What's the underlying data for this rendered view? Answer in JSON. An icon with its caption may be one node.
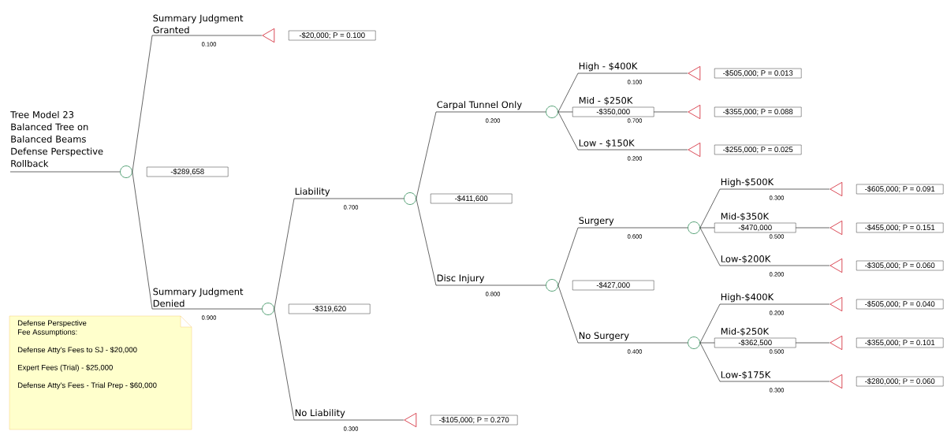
{
  "diagram": {
    "nodes": [
      {
        "text": [
          "Tree Model 23 Balanced Tree on Balanced Beams Defense Perspective Rollback"
        ]
      },
      {
        "text": [],
        "shape": "circle"
      },
      {
        "text": [],
        "shape": "triangle",
        "beside": [
          "-$20,000; P = 0.100"
        ]
      },
      {
        "text": [],
        "shape": "circle"
      },
      {
        "text": [],
        "shape": "circle"
      },
      {
        "text": [],
        "shape": "triangle",
        "beside": [
          "-$105,000; P = 0.270"
        ]
      },
      {
        "text": [],
        "shape": "circle"
      },
      {
        "text": [],
        "shape": "circle"
      },
      {
        "text": [],
        "shape": "triangle",
        "beside": [
          "-$505,000; P = 0.013"
        ]
      },
      {
        "text": [],
        "shape": "triangle",
        "beside": [
          "-$355,000; P = 0.088"
        ]
      },
      {
        "text": [],
        "shape": "triangle",
        "beside": [
          "-$255,000; P = 0.025"
        ]
      },
      {
        "text": [],
        "shape": "circle"
      },
      {
        "text": [],
        "shape": "circle"
      },
      {
        "text": [],
        "shape": "triangle",
        "beside": [
          "-$605,000; P = 0.091"
        ]
      },
      {
        "text": [],
        "shape": "triangle",
        "beside": [
          "-$455,000; P = 0.151"
        ]
      },
      {
        "text": [],
        "shape": "triangle",
        "beside": [
          "-$305,000; P = 0.060"
        ]
      },
      {
        "text": [],
        "shape": "triangle",
        "beside": [
          "-$505,000; P = 0.040"
        ]
      },
      {
        "text": [],
        "shape": "triangle",
        "beside": [
          "-$355,000; P = 0.101"
        ]
      },
      {
        "text": [],
        "shape": "triangle",
        "beside": [
          "-$280,000; P = 0.060"
        ]
      },
      {
        "text": [
          "Defense Perspective",
          "Fee Assumptions:",
          "Defense Atty's Fees to SJ - $20,000",
          "Expert Fees (Trial) - $25,000",
          "Defense Atty's Fees - Trial Prep - $60,000"
        ]
      }
    ],
    "edges": [
      {
        "from": 0,
        "to": 1,
        "arrow": "none"
      },
      {
        "from": 1,
        "to": 2,
        "arrow": "none",
        "label": "Summary Judgment Granted"
      },
      {
        "from": 1,
        "to": 3,
        "arrow": "none",
        "label": "Summary Judgment Denied"
      },
      {
        "from": 3,
        "to": 4,
        "arrow": "none",
        "label": "Liability"
      },
      {
        "from": 3,
        "to": 5,
        "arrow": "none",
        "label": "No Liability"
      },
      {
        "from": 4,
        "to": 6,
        "arrow": "none",
        "label": "Carpal Tunnel Only"
      },
      {
        "from": 4,
        "to": 7,
        "arrow": "none",
        "label": "Disc Injury"
      },
      {
        "from": 6,
        "to": 8,
        "arrow": "none",
        "label": "High - $400K"
      },
      {
        "from": 6,
        "to": 9,
        "arrow": "none",
        "label": "Mid - $250K"
      },
      {
        "from": 6,
        "to": 10,
        "arrow": "none",
        "label": "Low - $150K"
      },
      {
        "from": 7,
        "to": 11,
        "arrow": "none",
        "label": "Surgery"
      },
      {
        "from": 7,
        "to": 12,
        "arrow": "none",
        "label": "No Surgery"
      },
      {
        "from": 11,
        "to": 13,
        "arrow": "none",
        "label": "High-$500K"
      },
      {
        "from": 11,
        "to": 14,
        "arrow": "none",
        "label": "Mid-$350K"
      },
      {
        "from": 11,
        "to": 15,
        "arrow": "none",
        "label": "Low-$200K"
      },
      {
        "from": 12,
        "to": 16,
        "arrow": "none",
        "label": "High-$400K"
      },
      {
        "from": 12,
        "to": 17,
        "arrow": "none",
        "label": "Mid-$250K"
      },
      {
        "from": 12,
        "to": 18,
        "arrow": "none",
        "label": "Low-$175K"
      }
    ],
    "labels": [
      "0.100",
      "0.900",
      "0.700",
      "0.300",
      "0.200",
      "0.800",
      "0.100",
      "0.700",
      "0.200",
      "0.600",
      "0.400",
      "0.300",
      "0.500",
      "0.200",
      "0.200",
      "0.500",
      "0.300",
      "-$289,658",
      "-$319,620",
      "-$411,600",
      "-$350,000",
      "-$427,000",
      "-$470,000",
      "-$362,500"
    ]
  }
}
